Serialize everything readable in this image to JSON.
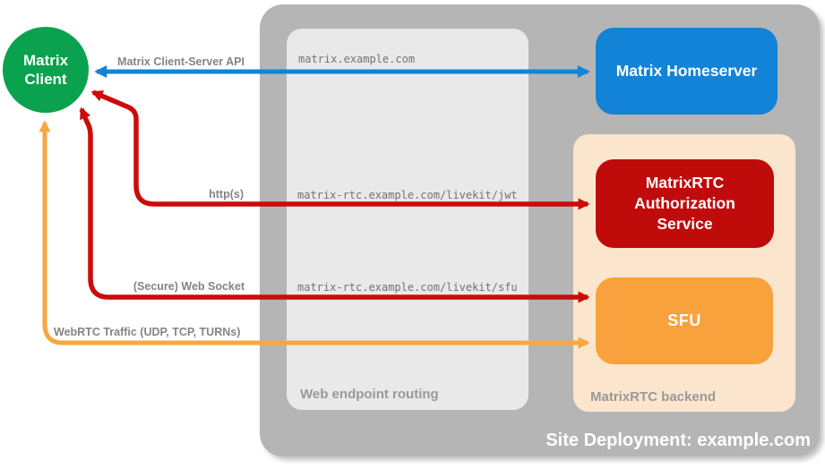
{
  "containers": {
    "site_deployment": {
      "label": "Site Deployment: example.com",
      "color": "#B5B5B5"
    },
    "web_endpoint_routing": {
      "label": "Web endpoint routing",
      "color": "#E9E9E9"
    },
    "matrixrtc_backend": {
      "label": "MatrixRTC backend",
      "color": "#FBE5CD"
    }
  },
  "nodes": {
    "client": {
      "line1": "Matrix",
      "line2": "Client",
      "color": "#0AA24E"
    },
    "homeserver": {
      "label": "Matrix Homeserver",
      "color": "#1283D6"
    },
    "auth_service": {
      "label": "MatrixRTC Authorization Service",
      "color": "#C00B0B"
    },
    "sfu": {
      "label": "SFU",
      "color": "#F9A13C"
    }
  },
  "routing_endpoints": {
    "homeserver": "matrix.example.com",
    "livekit_jwt": "matrix-rtc.example.com/livekit/jwt",
    "livekit_sfu": "matrix-rtc.example.com/livekit/sfu"
  },
  "connections": {
    "client_server_api": {
      "label": "Matrix Client-Server API",
      "color": "#1283D6"
    },
    "https": {
      "label": "http(s)",
      "color": "#CC0B0B"
    },
    "websocket": {
      "label": "(Secure) Web Socket",
      "color": "#CC0B0B"
    },
    "webrtc": {
      "label": "WebRTC Traffic (UDP, TCP, TURNs)",
      "color": "#F7A642"
    }
  }
}
